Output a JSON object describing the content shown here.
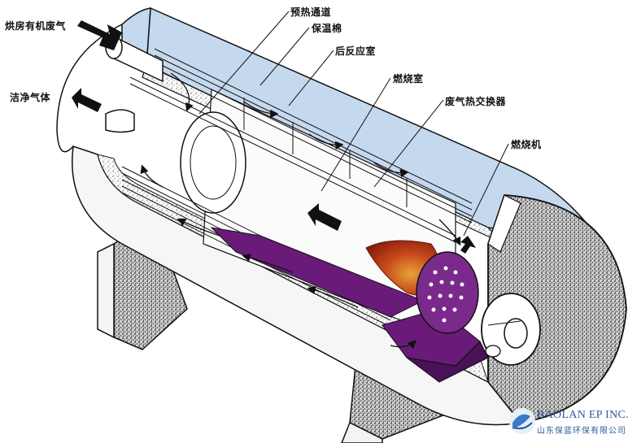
{
  "labels": {
    "exhaust_in": "烘房有机废气",
    "clean_out": "洁净气体",
    "preheat_channel": "预热通道",
    "insulation": "保温棉",
    "post_reaction": "后反应室",
    "combustion_chamber": "燃烧室",
    "heat_exchanger": "废气热交换器",
    "burner": "燃烧机"
  },
  "logo": {
    "company_en": "BAOLAN EP INC.",
    "company_cn": "山东保蓝环保有限公司"
  },
  "colors": {
    "shell_blue": "#c5d9ee",
    "insulation_speckle": "#e8e8e8",
    "purple_duct": "#6a1b7a",
    "flame_red": "#c23a1a",
    "arrow_black": "#111111",
    "logo_blue": "#2b5c9a"
  }
}
